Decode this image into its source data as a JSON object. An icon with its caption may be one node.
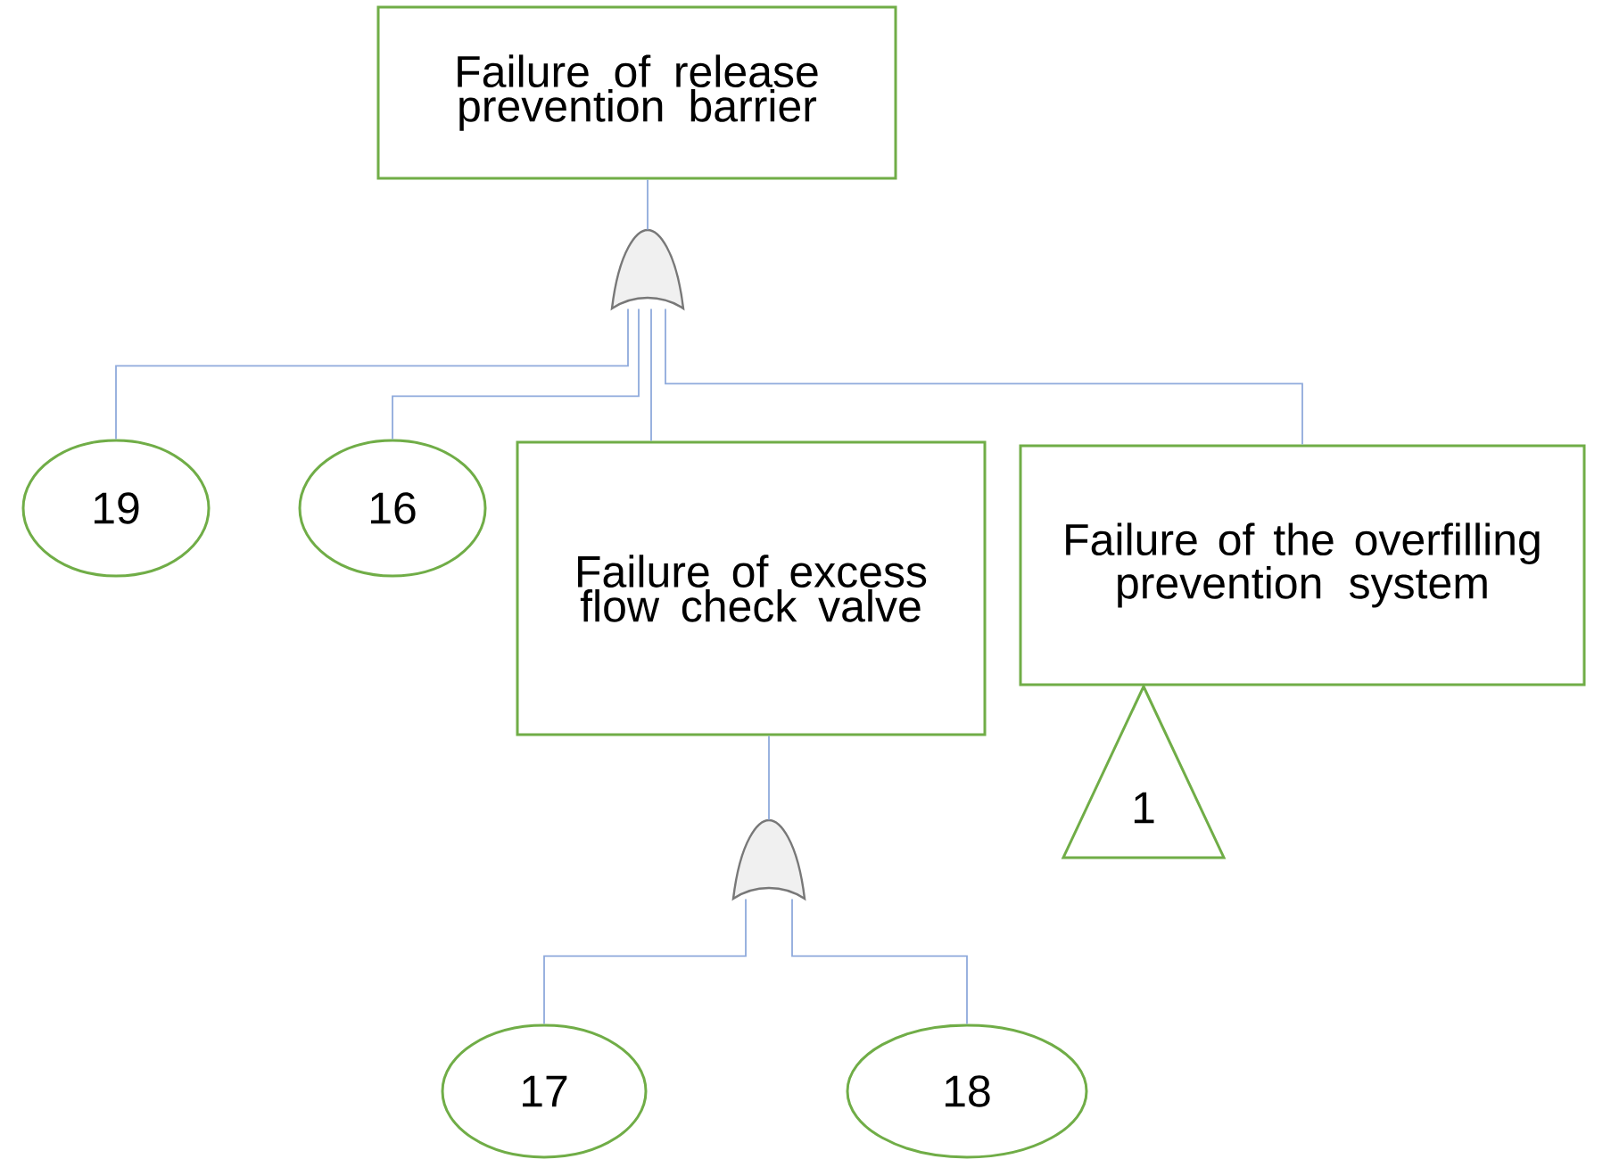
{
  "diagram": {
    "nodes": [
      {
        "text": [
          "Failure of release prevention barrier"
        ]
      },
      {
        "text": [],
        "shape": "gate"
      },
      {
        "text": [
          "19"
        ]
      },
      {
        "text": [
          "16"
        ]
      },
      {
        "text": [
          "Failure of excess flow check valve"
        ]
      },
      {
        "text": [
          "Failure of the overfilling prevention system"
        ]
      },
      {
        "text": [
          "1"
        ]
      },
      {
        "text": [],
        "shape": "gate"
      },
      {
        "text": [
          "17"
        ]
      },
      {
        "text": [
          "18"
        ]
      }
    ],
    "edges": [
      {
        "from": 0,
        "to": 1,
        "arrow": "none"
      },
      {
        "from": 1,
        "to": 2,
        "arrow": "none"
      },
      {
        "from": 1,
        "to": 3,
        "arrow": "none"
      },
      {
        "from": 1,
        "to": 4,
        "arrow": "none"
      },
      {
        "from": 1,
        "to": 5,
        "arrow": "none"
      },
      {
        "from": 4,
        "to": 7,
        "arrow": "none"
      },
      {
        "from": 7,
        "to": 8,
        "arrow": "none"
      },
      {
        "from": 7,
        "to": 9,
        "arrow": "none"
      }
    ]
  }
}
